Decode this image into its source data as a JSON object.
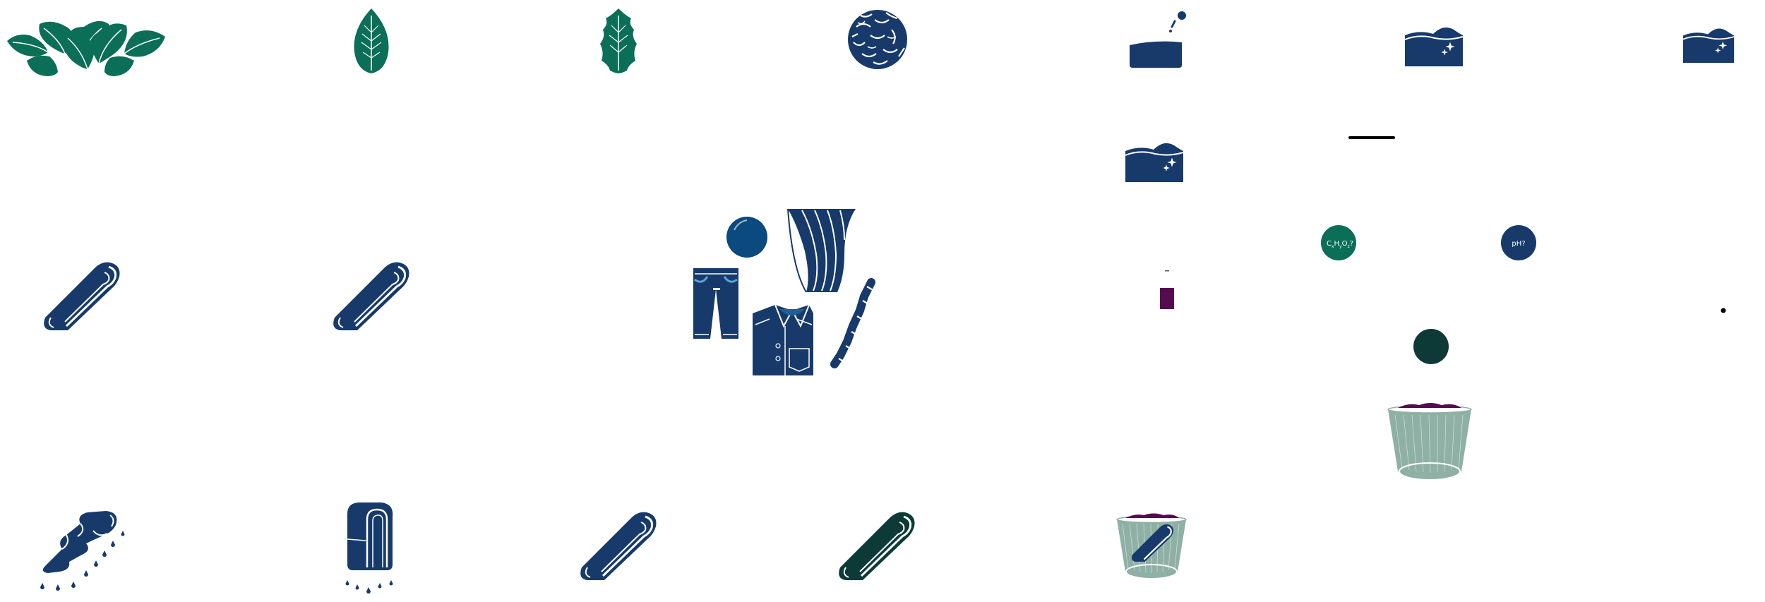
{
  "colors": {
    "navy": "#173a6b",
    "green": "#0b6e57",
    "dark_green": "#0d3a37",
    "purple": "#560a4f",
    "basket": "#8fb0a4",
    "line": "#ffffff",
    "black": "#000000"
  },
  "icons": [
    "plant-leaves-icon",
    "single-leaf-icon",
    "wavy-leaf-icon",
    "dye-ball-icon",
    "vat-with-drop-icon",
    "vat-sparkle-icon",
    "vat-sparkle-small-icon",
    "vat-sparkle-icon-row2",
    "minus-line-icon",
    "rolled-cloth-icon",
    "rolled-cloth-icon-2",
    "textile-products-icon",
    "formula-bubble-icon",
    "ph-bubble-icon",
    "purple-swatch-icon",
    "dot-icon",
    "dark-green-ball-icon",
    "purple-basket-icon",
    "twisted-cloth-dripping-icon",
    "hanging-cloth-dripping-icon",
    "rolled-cloth-icon-3",
    "dark-green-cloth-icon",
    "basket-with-cloth-icon"
  ],
  "labels": {
    "formula": "C",
    "formula_sub1": "x",
    "formula_h": "H",
    "formula_sub2": "y",
    "formula_o": "O",
    "formula_sub3": "z",
    "formula_q": "?",
    "ph": "pH?"
  }
}
